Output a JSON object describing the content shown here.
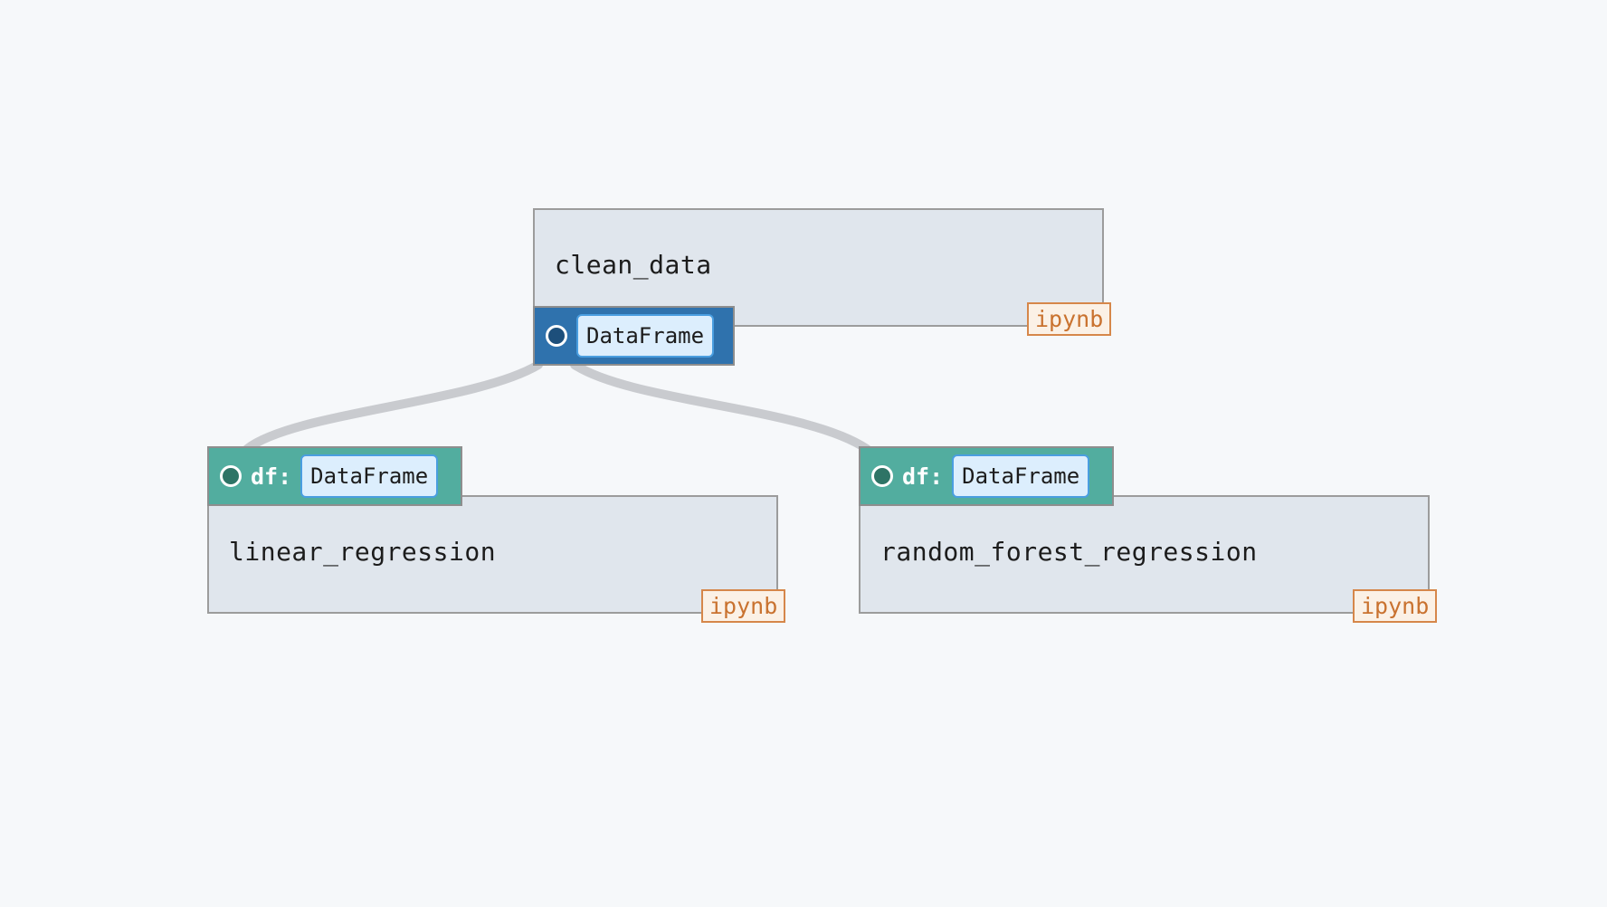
{
  "nodes": {
    "clean_data": {
      "title": "clean_data",
      "file_type": "ipynb",
      "output": {
        "type": "DataFrame"
      }
    },
    "linear_regression": {
      "title": "linear_regression",
      "file_type": "ipynb",
      "input": {
        "name": "df:",
        "type": "DataFrame"
      }
    },
    "random_forest_regression": {
      "title": "random_forest_regression",
      "file_type": "ipynb",
      "input": {
        "name": "df:",
        "type": "DataFrame"
      }
    }
  },
  "edges": [
    {
      "from": "clean_data",
      "to": "linear_regression"
    },
    {
      "from": "clean_data",
      "to": "random_forest_regression"
    }
  ],
  "colors": {
    "background": "#f6f8fa",
    "node_fill": "#e0e6ed",
    "output_port": "#2f72ad",
    "input_port": "#52ad9f",
    "type_chip": "#dceefd",
    "file_badge": "#d6874a",
    "edge": "#c9cbcf"
  }
}
